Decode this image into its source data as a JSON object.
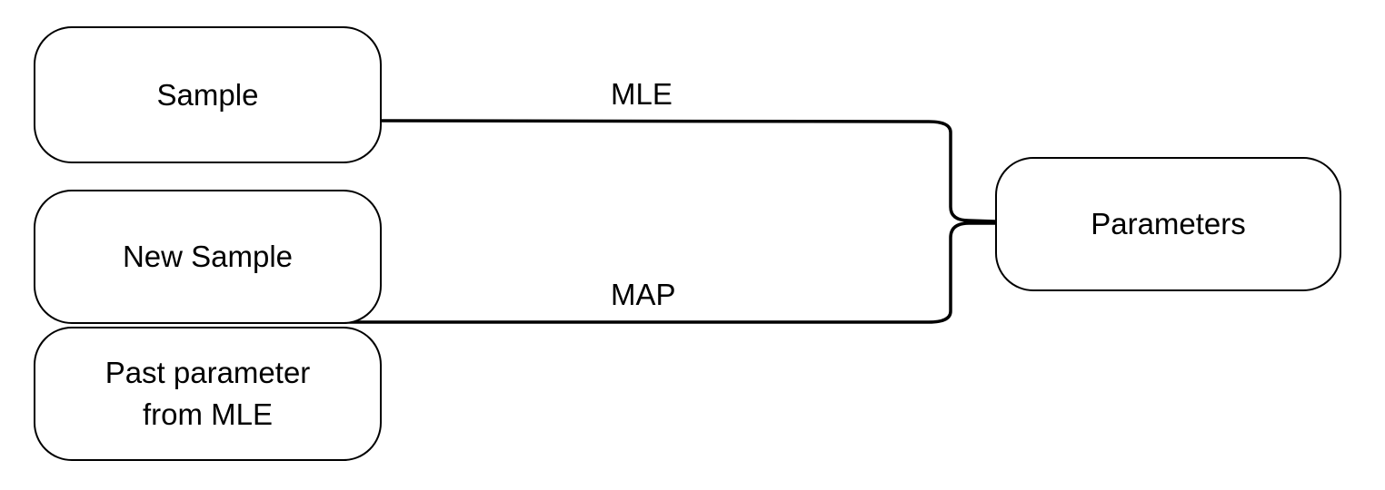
{
  "diagram": {
    "nodes": {
      "sample": "Sample",
      "new_sample": "New Sample",
      "past_parameter": "Past parameter\nfrom MLE",
      "parameters": "Parameters"
    },
    "edges": {
      "mle": "MLE",
      "map": "MAP"
    },
    "colors": {
      "stroke": "#000000",
      "fill": "#ffffff"
    }
  }
}
